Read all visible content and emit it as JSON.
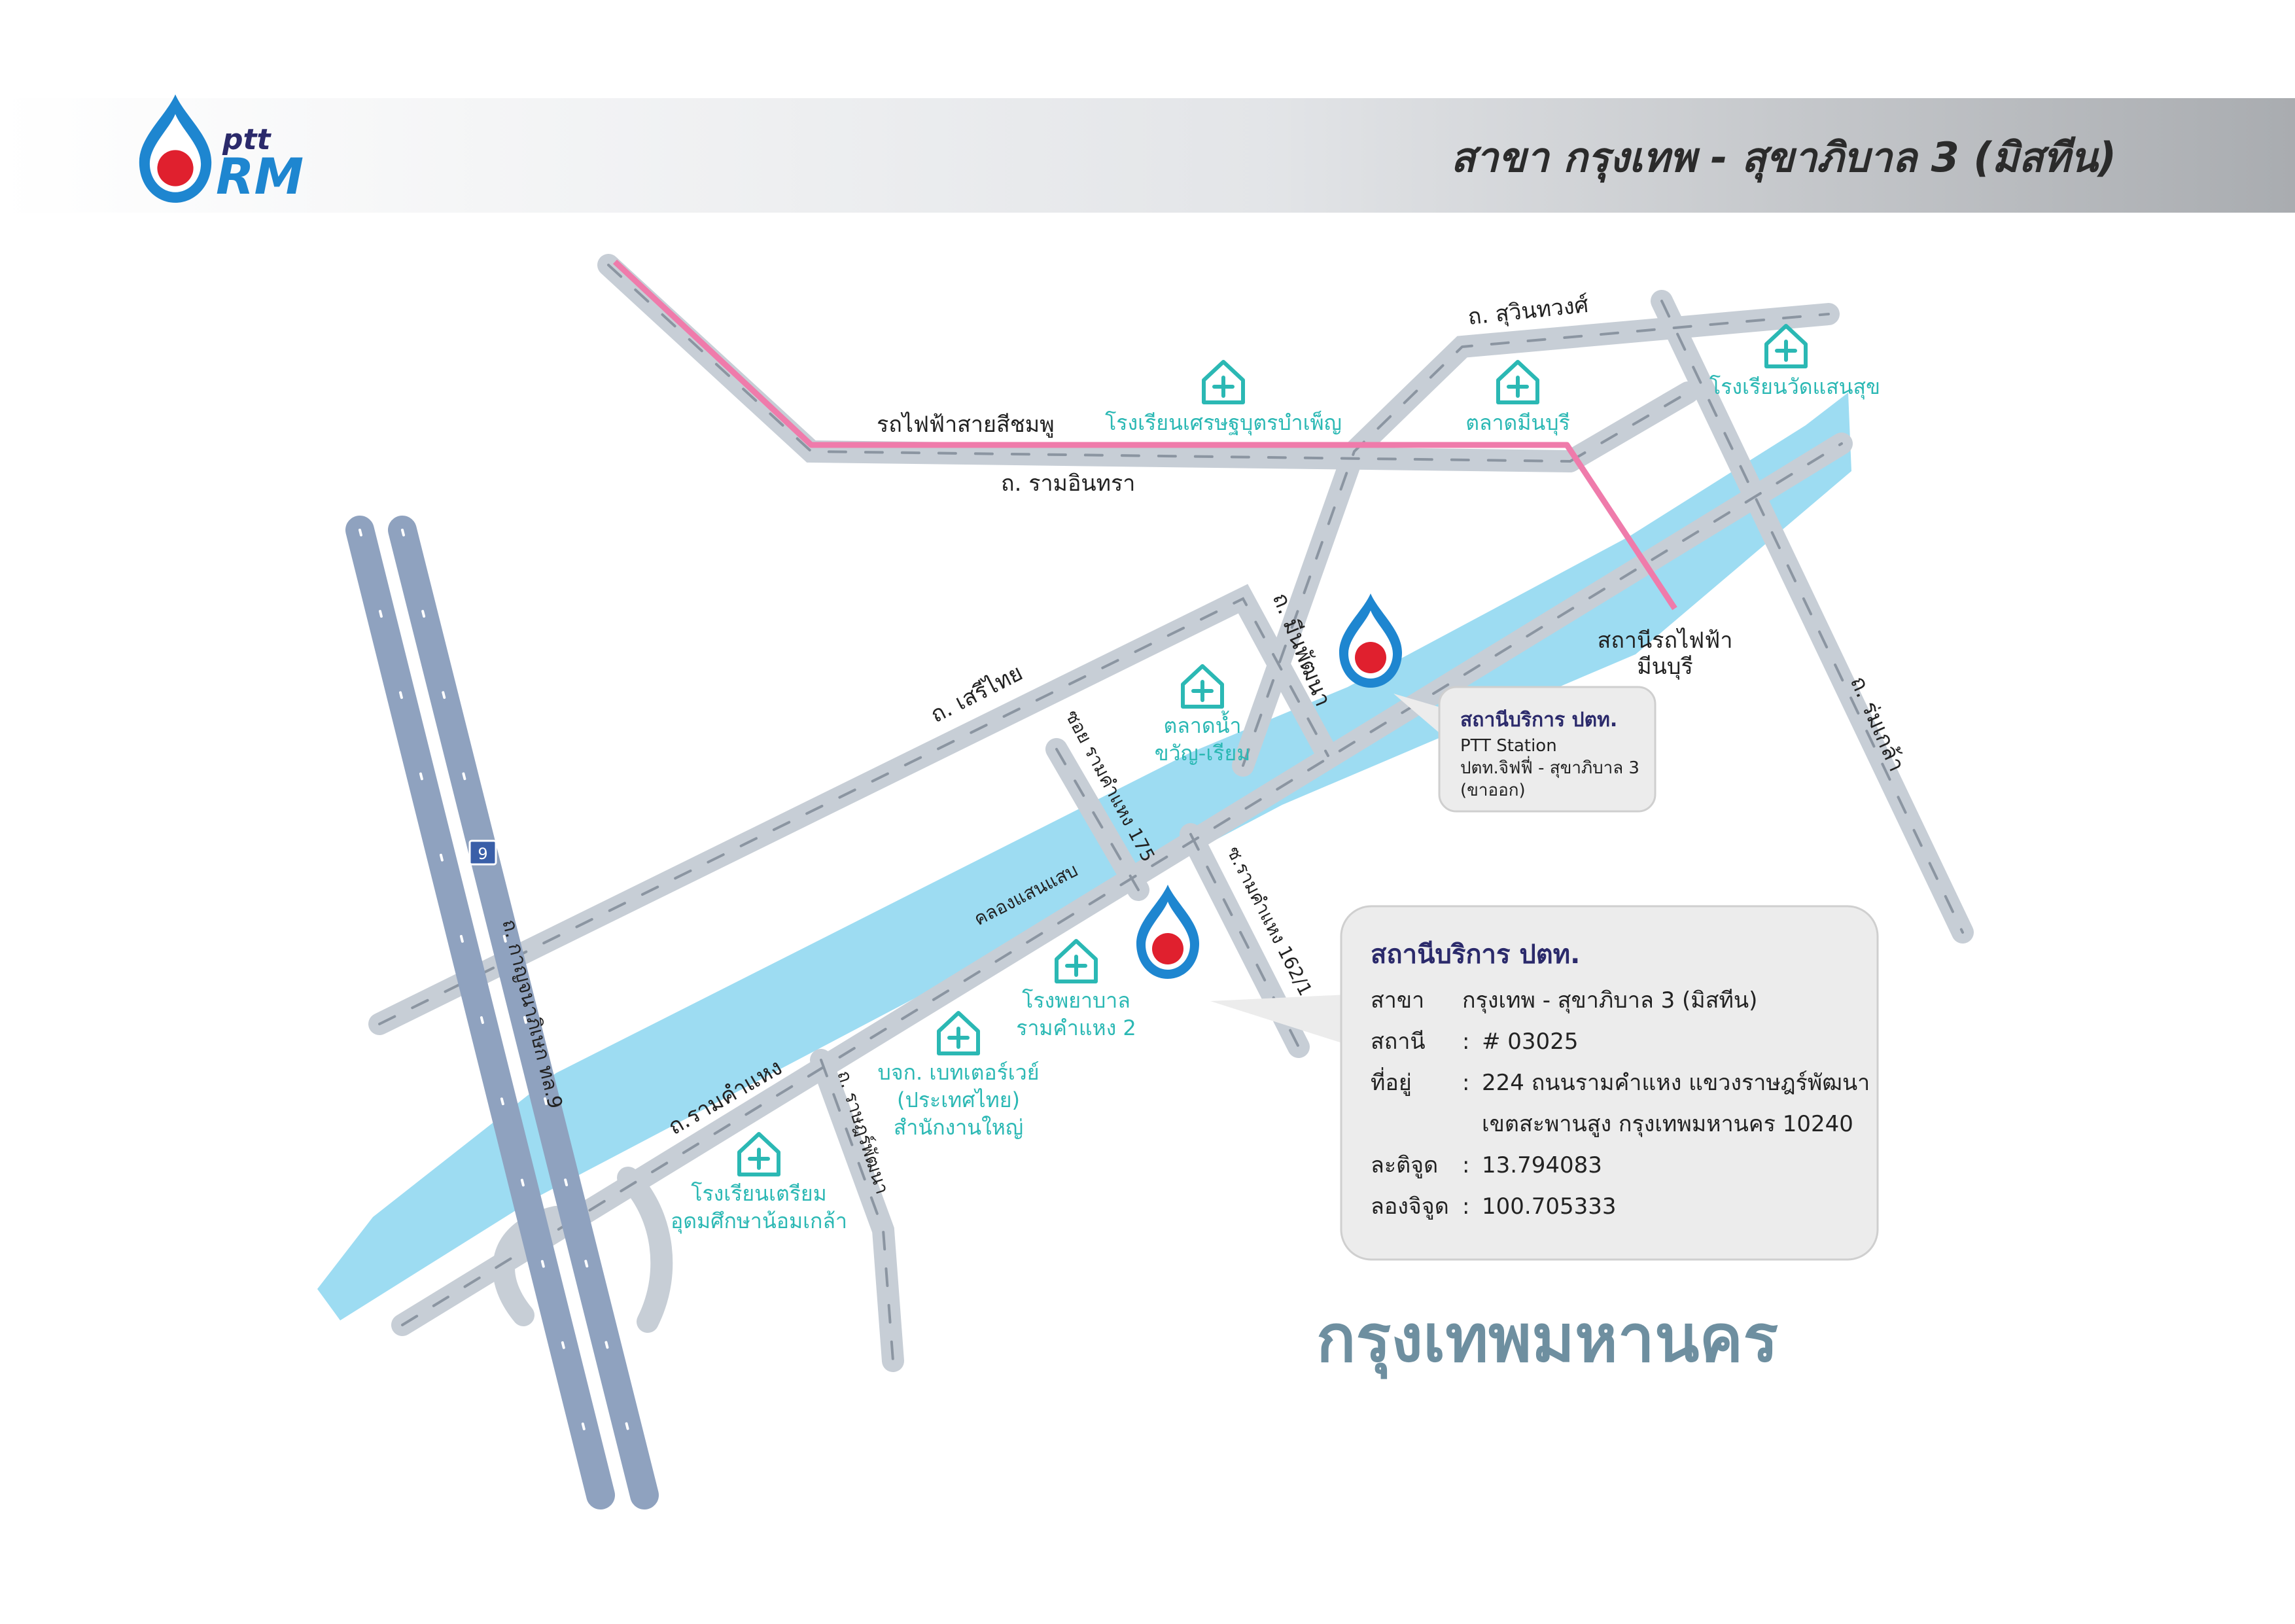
{
  "brand": {
    "logo_top": "ptt",
    "logo_bottom": "RM"
  },
  "header": {
    "title": "สาขา กรุงเทพ - สุขาภิบาล 3 (มิสทีน)"
  },
  "colors": {
    "road": "#c7ced6",
    "highway": "#8fa2bf",
    "canal": "#9ddcf2",
    "rail_pink": "#ef7bab",
    "poi_teal": "#2bb8b4",
    "ptt_blue": "#1e86d0",
    "ptt_red": "#e0202e",
    "callout_bg": "#ececec",
    "city_text": "#6e8fa0"
  },
  "roads": {
    "suwinthawong": "ถ. สุวินทวงศ์",
    "pink_line": "รถไฟฟ้าสายสีชมพู",
    "ram_inthra": "ถ. รามอินทรา",
    "seri_thai": "ถ. เสรีไทย",
    "mine_phatthana": "ถ. มีนพัฒนา",
    "soi_ramkhamhaeng_175": "ซอย รามคำแหง 175",
    "soi_ramkhamhaeng_162_1": "ซ.รามคำแหง 162/1",
    "canal_saen_saep": "คลองแสนแสบ",
    "ramkhamhaeng": "ถ.รามคำแหง",
    "rat_phatthana": "ถ. ราษฎร์พัฒนา",
    "rom_klao": "ถ. ร่มเกล้า",
    "outer_ring": "ถ. กาญจนาภิเษก ทล.9",
    "highway_shield": "9",
    "min_buri_station": [
      "สถานีรถไฟฟ้า",
      "มีนบุรี"
    ]
  },
  "pois": [
    {
      "id": "settabut_school",
      "lines": [
        "โรงเรียนเศรษฐบุตรบำเพ็ญ"
      ]
    },
    {
      "id": "min_buri_market",
      "lines": [
        "ตลาดมีนบุรี"
      ]
    },
    {
      "id": "wat_saen_school",
      "lines": [
        "โรงเรียนวัดแสนสุข"
      ]
    },
    {
      "id": "floating_market",
      "lines": [
        "ตลาดน้ำ",
        "ขวัญ-เรียม"
      ]
    },
    {
      "id": "ramkhamhaeng_hospital",
      "lines": [
        "โรงพยาบาล",
        "รามคำแหง 2"
      ]
    },
    {
      "id": "betagro_hq",
      "lines": [
        "บจก. เบทเตอร์เวย์",
        "(ประเทศไทย)",
        "สำนักงานใหญ่"
      ]
    },
    {
      "id": "triam_school",
      "lines": [
        "โรงเรียนเตรียม",
        "อุดมศึกษาน้อมเกล้า"
      ]
    }
  ],
  "callout_small": {
    "title": "สถานีบริการ ปตท.",
    "line1": "PTT Station",
    "line2": "ปตท.จิฟฟี่ - สุขาภิบาล 3",
    "line3": "(ขาออก)"
  },
  "callout_main": {
    "title": "สถานีบริการ ปตท.",
    "rows": [
      {
        "label": "สาขา",
        "sep": "",
        "value": "กรุงเทพ - สุขาภิบาล 3 (มิสทีน)"
      },
      {
        "label": "สถานี",
        "sep": ":",
        "value": "# 03025"
      },
      {
        "label": "ที่อยู่",
        "sep": ":",
        "value": "224 ถนนรามคำแหง แขวงราษฎร์พัฒนา"
      },
      {
        "label": "",
        "sep": "",
        "value": "เขตสะพานสูง กรุงเทพมหานคร 10240"
      },
      {
        "label": "ละติจูด",
        "sep": ":",
        "value": "13.794083"
      },
      {
        "label": "ลองจิจูด",
        "sep": ":",
        "value": "100.705333"
      }
    ]
  },
  "city": "กรุงเทพมหานคร"
}
